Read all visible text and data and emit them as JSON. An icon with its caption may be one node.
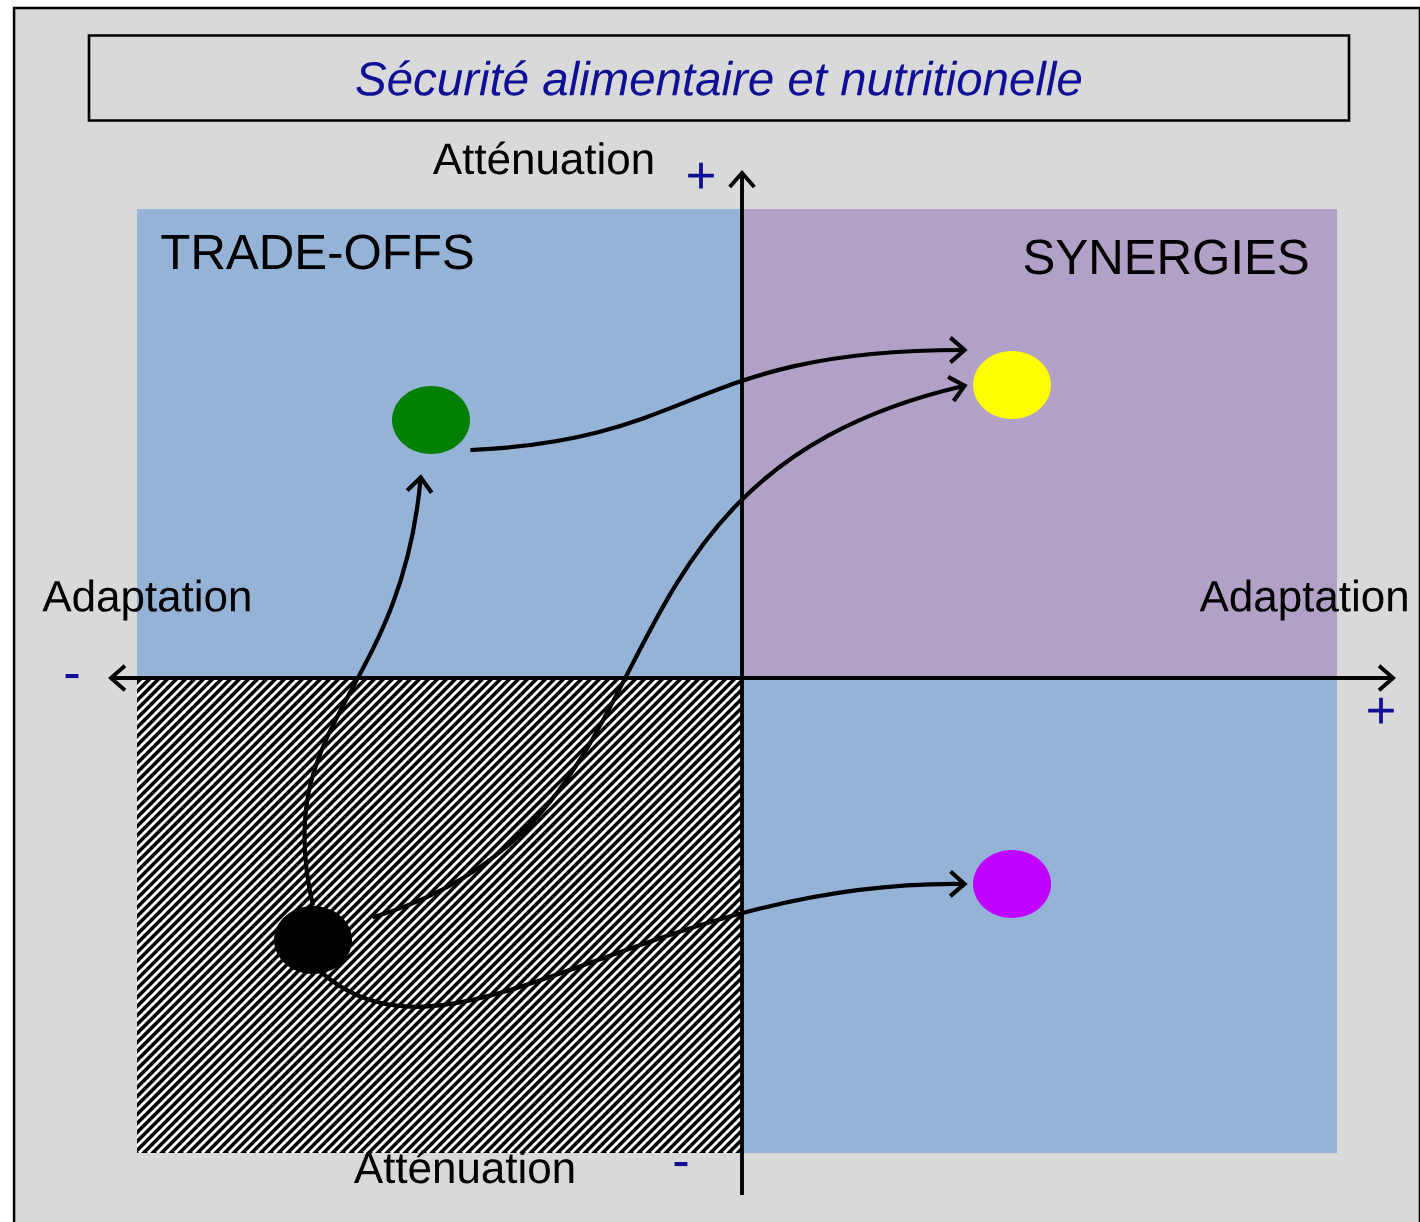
{
  "diagram": {
    "title": "Sécurité alimentaire et nutritionelle",
    "nodes": [
      {
        "text": [],
        "shape": "circle"
      },
      {
        "text": [],
        "shape": "circle"
      },
      {
        "text": [],
        "shape": "circle"
      },
      {
        "text": [],
        "shape": "circle"
      }
    ],
    "edges": [
      {
        "from": 3,
        "to": 0,
        "arrow": "to"
      },
      {
        "from": 0,
        "to": 1,
        "arrow": "to"
      },
      {
        "from": 3,
        "to": 1,
        "arrow": "to"
      },
      {
        "from": 3,
        "to": 2,
        "arrow": "to"
      }
    ],
    "labels": [
      "Atténuation",
      "+",
      "TRADE-OFFS",
      "SYNERGIES",
      "Adaptation",
      "Adaptation",
      "-",
      "+",
      "Atténuation",
      "-"
    ]
  }
}
